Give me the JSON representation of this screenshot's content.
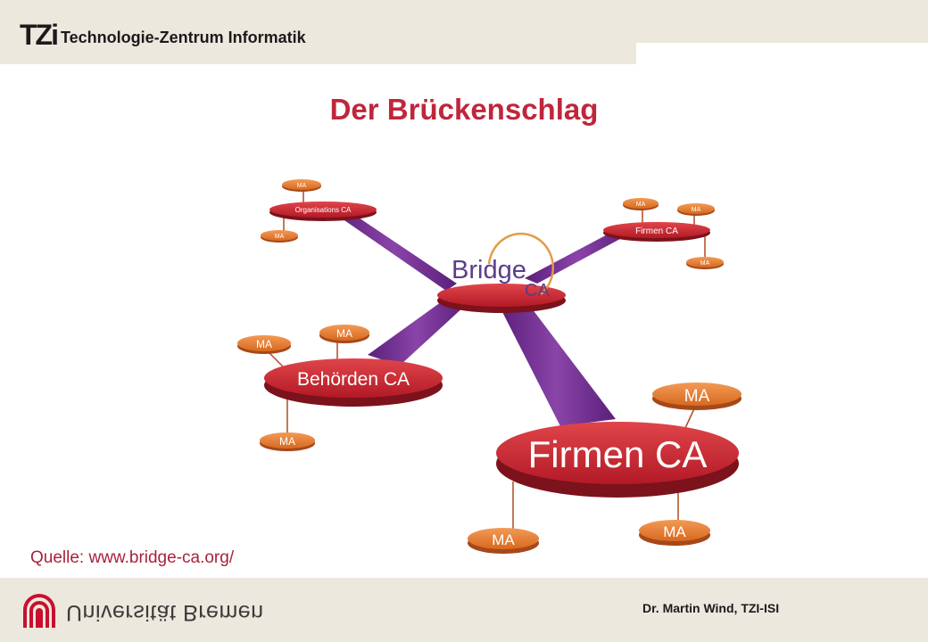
{
  "header": {
    "logo_mark": "TZi",
    "org_name": "Technologie-Zentrum Informatik"
  },
  "slide": {
    "title": "Der Brückenschlag",
    "source_label": "Quelle: www.bridge-ca.org/"
  },
  "diagram": {
    "hub": {
      "label_bridge": "Bridge",
      "label_ca": "CA"
    },
    "nodes": [
      {
        "id": "org",
        "label": "Organisations CA",
        "ma_labels": [
          "MA",
          "MA"
        ]
      },
      {
        "id": "firmen_s",
        "label": "Firmen CA",
        "ma_labels": [
          "MA",
          "MA",
          "MA"
        ]
      },
      {
        "id": "behoerden",
        "label": "Behörden CA",
        "ma_labels": [
          "MA",
          "MA",
          "MA"
        ]
      },
      {
        "id": "firmen_l",
        "label": "Firmen CA",
        "ma_labels": [
          "MA",
          "MA",
          "MA"
        ]
      }
    ],
    "colors": {
      "disc_red": "#c11f2b",
      "disc_dark": "#7c121b",
      "ma_orange": "#e07a2e",
      "link_purple": "#6b2a8c",
      "bridge_text": "#5b3d8a",
      "ring_orange": "#e59a4a"
    }
  },
  "footer": {
    "university": "Universität Bremen",
    "author": "Dr. Martin Wind, TZI-ISI"
  }
}
